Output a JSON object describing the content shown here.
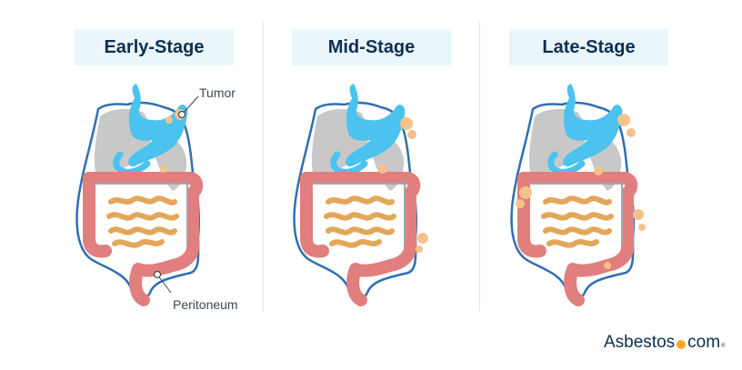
{
  "stages": [
    {
      "title": "Early-Stage",
      "spread": "early"
    },
    {
      "title": "Mid-Stage",
      "spread": "mid"
    },
    {
      "title": "Late-Stage",
      "spread": "late"
    }
  ],
  "labels": {
    "tumor": "Tumor",
    "peritoneum": "Peritoneum"
  },
  "logo": {
    "name": "Asbestos",
    "suffix": "com",
    "mark": "®"
  },
  "colors": {
    "title_bg": "#eaf6fc",
    "title_text": "#0d2f4f",
    "outline": "#2f6fb3",
    "stomach": "#4cc3ee",
    "colon": "#e07f7d",
    "small_intestine": "#e3a75a",
    "background_organs": "#c8c8c8",
    "tumor": "#f6c28b",
    "logo_dot": "#f5a623"
  }
}
